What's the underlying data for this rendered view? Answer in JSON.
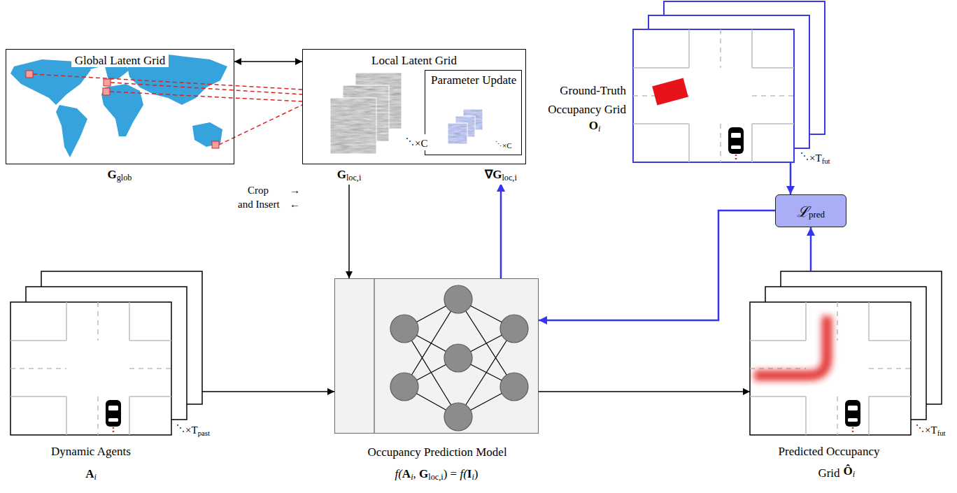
{
  "diagram": {
    "nodes": [
      {
        "text": [
          "Global Latent Grid"
        ]
      },
      {
        "text": [
          "Local Latent Grid"
        ]
      },
      {
        "text": [
          "Parameter Update"
        ],
        "in": 1
      },
      {
        "text": [
          "Ground-Truth Occupancy Grid"
        ]
      },
      {
        "text": [
          "ℒ",
          "pred"
        ]
      },
      {
        "text": [
          "Dynamic Agents"
        ]
      },
      {
        "text": [
          "Occupancy Prediction Model"
        ]
      },
      {
        "text": [
          "Predicted Occupancy Grid"
        ]
      }
    ],
    "edges": [
      {
        "from": 0,
        "to": 1,
        "arrow": "both"
      },
      {
        "from": 1,
        "to": 6,
        "arrow": "to"
      },
      {
        "from": 6,
        "to": 1,
        "arrow": "to"
      },
      {
        "from": 3,
        "to": 4,
        "arrow": "to"
      },
      {
        "from": 7,
        "to": 4,
        "arrow": "to"
      },
      {
        "from": 4,
        "to": 6,
        "arrow": "to"
      },
      {
        "from": 5,
        "to": 6,
        "arrow": "to"
      },
      {
        "from": 6,
        "to": 7,
        "arrow": "to"
      }
    ],
    "labels": [
      "G",
      "glob",
      "Crop",
      "→",
      "and Insert",
      "←",
      "G",
      "loc,i",
      "∇G",
      "loc,i",
      "⋱",
      "×C",
      "⋱",
      "×C",
      "O",
      "i",
      "⋱",
      "×T",
      "fut",
      "A",
      "i",
      "⋱",
      "×T",
      "past",
      "f(",
      "A",
      "i",
      ", ",
      "G",
      "loc,i",
      ") = ",
      "f(",
      "I",
      "i",
      ")",
      "Ô",
      "i",
      "⋱",
      "×T",
      "fut"
    ]
  }
}
